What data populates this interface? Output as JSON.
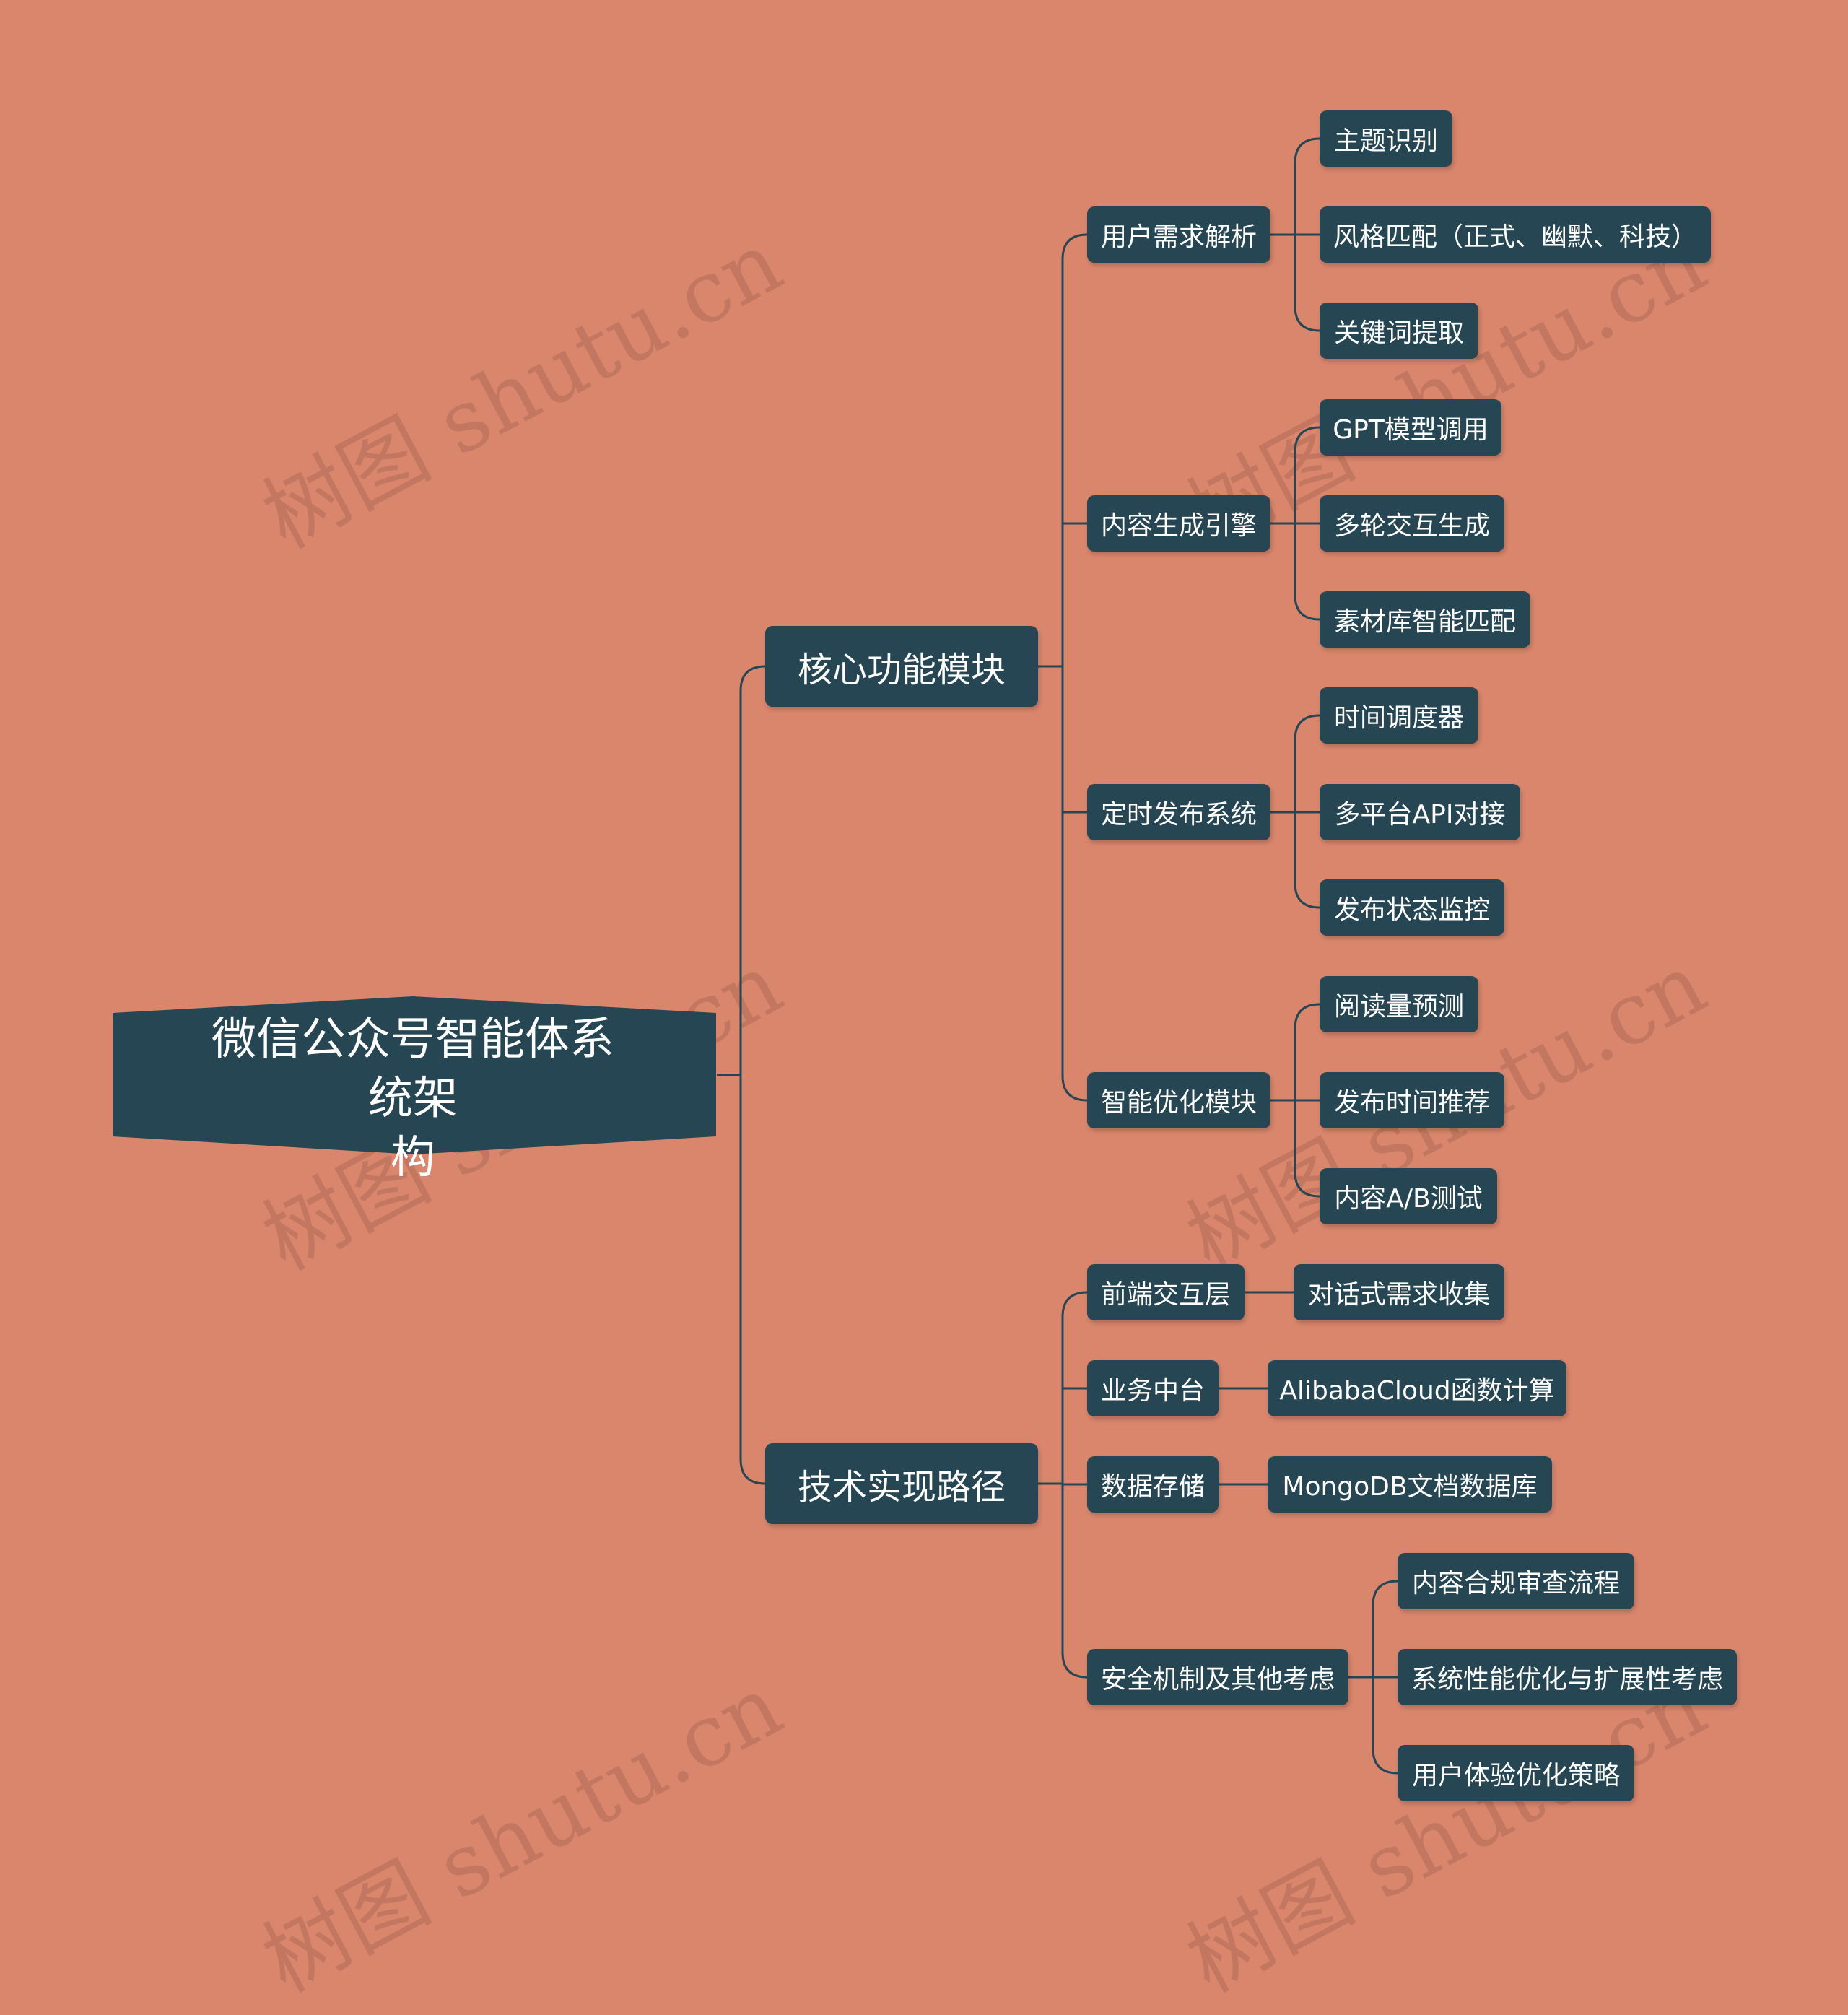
{
  "watermark": "树图 shutu.cn",
  "root": {
    "label": "微信公众号智能体系统架构"
  },
  "branches": [
    {
      "label": "核心功能模块",
      "children": [
        {
          "label": "用户需求解析",
          "children": [
            "主题识别",
            "风格匹配（正式、幽默、科技）",
            "关键词提取"
          ]
        },
        {
          "label": "内容生成引擎",
          "children": [
            "GPT模型调用",
            "多轮交互生成",
            "素材库智能匹配"
          ]
        },
        {
          "label": "定时发布系统",
          "children": [
            "时间调度器",
            "多平台API对接",
            "发布状态监控"
          ]
        },
        {
          "label": "智能优化模块",
          "children": [
            "阅读量预测",
            "发布时间推荐",
            "内容A/B测试"
          ]
        }
      ]
    },
    {
      "label": "技术实现路径",
      "children": [
        {
          "label": "前端交互层",
          "children": [
            "对话式需求收集"
          ]
        },
        {
          "label": "业务中台",
          "children": [
            "AlibabaCloud函数计算"
          ]
        },
        {
          "label": "数据存储",
          "children": [
            "MongoDB文档数据库"
          ]
        },
        {
          "label": "安全机制及其他考虑",
          "children": [
            "内容合规审查流程",
            "系统性能优化与扩展性考虑",
            "用户体验优化策略"
          ]
        }
      ]
    }
  ],
  "colors": {
    "background": "#d9866d",
    "node": "#264653",
    "line": "#264653",
    "text": "#ffffff"
  }
}
